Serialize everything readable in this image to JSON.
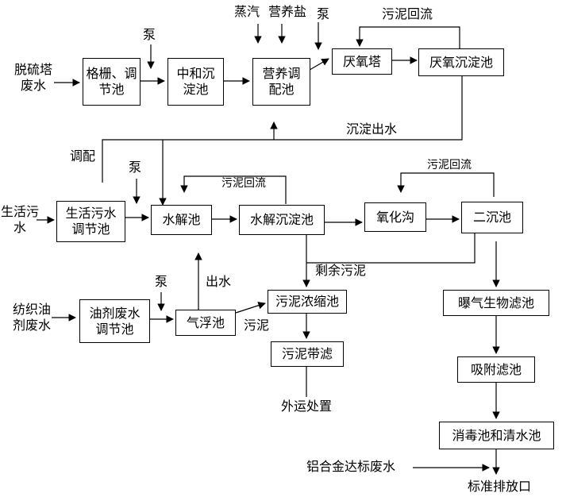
{
  "inputs": {
    "desulfurization": "脱硫塔\n废水",
    "domestic": "生活污\n水",
    "textile": "纺织油\n剂废水",
    "aluminum": "铝合金达标废水"
  },
  "nodes": {
    "grid_tank": "格栅、调\n节池",
    "neutral_tank": "中和沉\n淀池",
    "nutrient_tank": "营养调\n配池",
    "anaerobic_tower": "厌氧塔",
    "anaerobic_settle": "厌氧沉淀池",
    "domestic_tank": "生活污水\n调节池",
    "hydrolysis_tank": "水解池",
    "hydrolysis_settle": "水解沉淀池",
    "oxidation_ditch": "氧化沟",
    "secondary_settle": "二沉池",
    "oil_tank": "油剂废水\n调节池",
    "flotation_tank": "气浮池",
    "sludge_thicken": "污泥浓缩池",
    "sludge_belt": "污泥带滤",
    "aerated_filter": "曝气生物滤池",
    "adsorption_filter": "吸附滤池",
    "disinfection": "消毒池和清水池"
  },
  "labels": {
    "pump1": "泵",
    "steam": "蒸汽",
    "nutrient_salt": "营养盐",
    "pump2": "泵",
    "sludge_return1": "污泥回流",
    "settle_water": "沉淀出水",
    "adjust": "调配",
    "pump3": "泵",
    "sludge_return2": "污泥回流",
    "sludge_return3": "污泥回流",
    "surplus_sludge": "剩余污泥",
    "pump4": "泵",
    "outflow": "出水",
    "sludge": "污泥",
    "external_disposal": "外运处置",
    "discharge": "标准排放口"
  }
}
